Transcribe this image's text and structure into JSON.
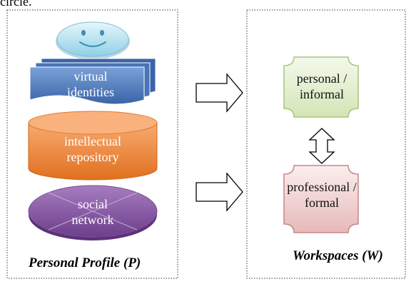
{
  "top_fragment": "circle.",
  "profile": {
    "caption": "Personal Profile (P)",
    "virtual_identities": "virtual identities",
    "intellectual_repository": "intellectual repository",
    "social_network": "social network"
  },
  "workspaces": {
    "caption": "Workspaces (W)",
    "personal": "personal / informal",
    "professional": "professional / formal"
  },
  "colors": {
    "face": "#a8dcec",
    "identities": "#4f7cc0",
    "repository": "#f08a3c",
    "network": "#8a5ba6",
    "personal_fill": "#e6f0d4",
    "personal_border": "#a9c47a",
    "professional_fill": "#f2d3d3",
    "professional_border": "#c98585"
  }
}
